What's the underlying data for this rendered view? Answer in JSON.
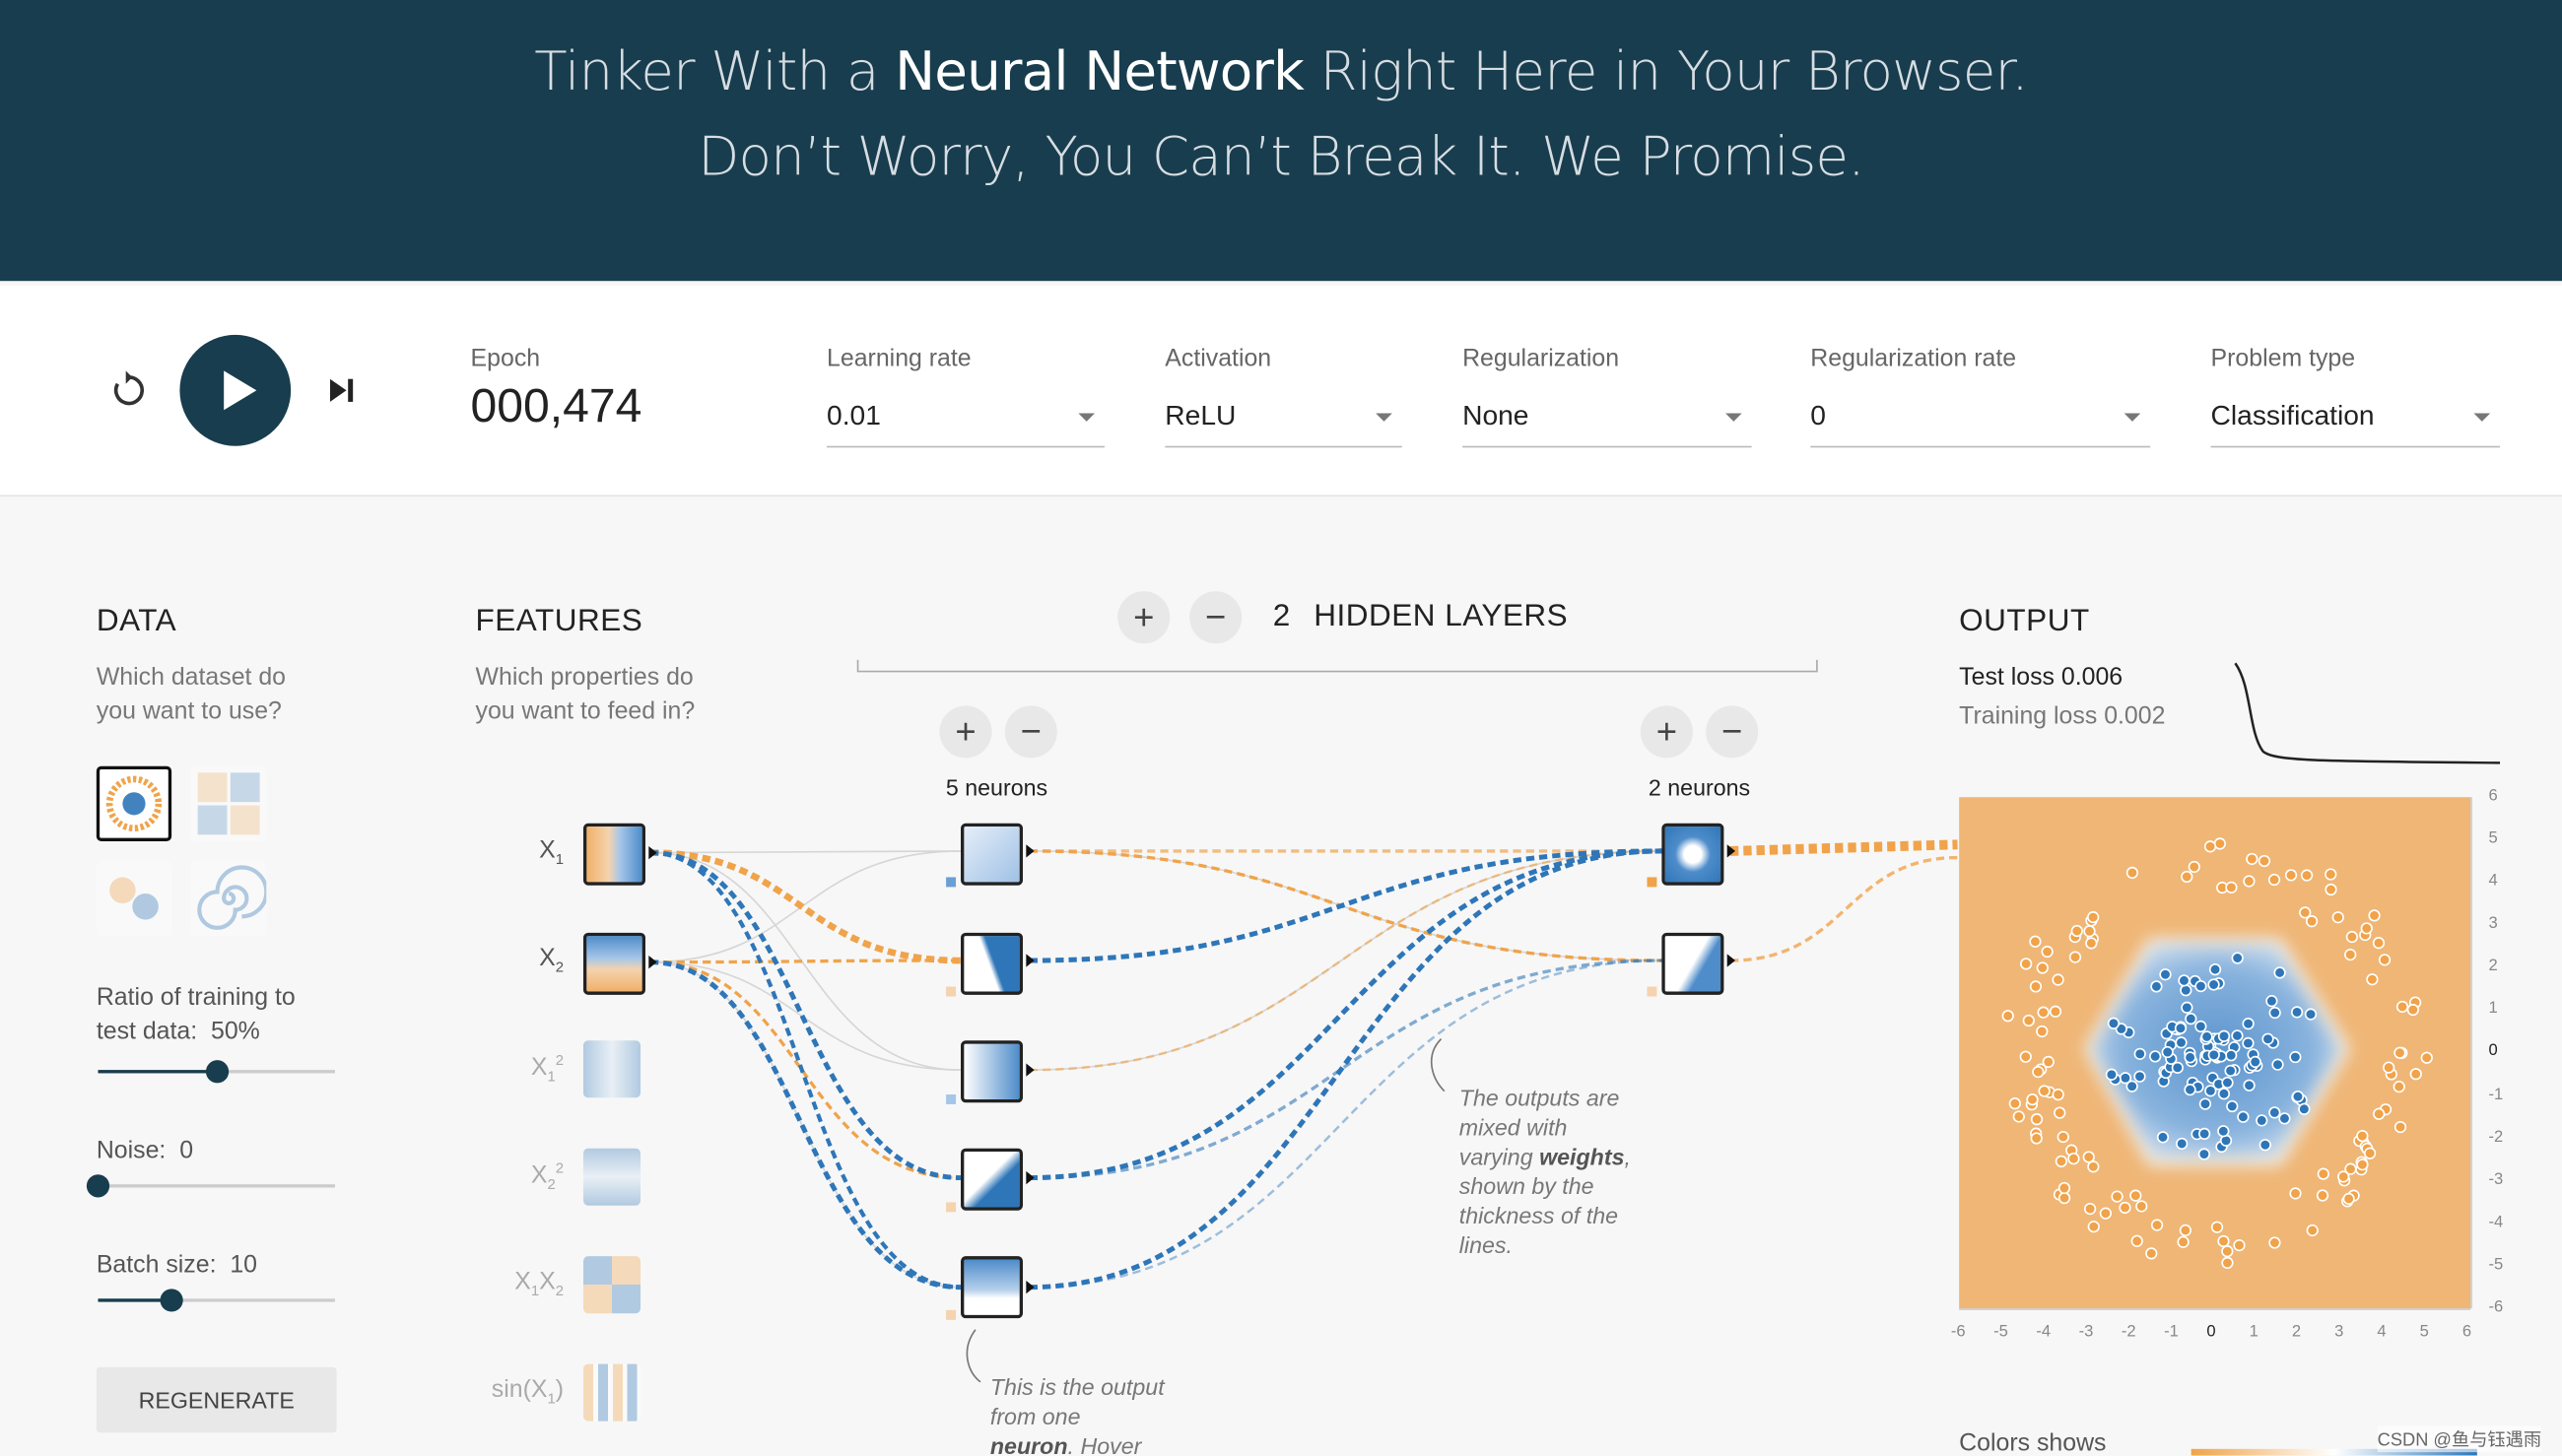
{
  "header": {
    "line1_pre": "Tinker With a ",
    "line1_bold": "Neural Network",
    "line1_post": " Right Here in Your Browser.",
    "line2": "Don’t Worry, You Can’t Break It. We Promise."
  },
  "controls": {
    "epoch_label": "Epoch",
    "epoch_value": "000,474",
    "learning_rate": {
      "label": "Learning rate",
      "value": "0.01"
    },
    "activation": {
      "label": "Activation",
      "value": "ReLU"
    },
    "regularization": {
      "label": "Regularization",
      "value": "None"
    },
    "regularization_rate": {
      "label": "Regularization rate",
      "value": "0"
    },
    "problem_type": {
      "label": "Problem type",
      "value": "Classification"
    }
  },
  "data_panel": {
    "title": "DATA",
    "subtitle_1": "Which dataset do",
    "subtitle_2": "you want to use?",
    "ratio_label": "Ratio of training to",
    "ratio_label2": "test data:",
    "ratio_value": "50%",
    "ratio_fraction": 0.5,
    "noise_label": "Noise:",
    "noise_value": "0",
    "noise_fraction": 0.0,
    "batch_label": "Batch size:",
    "batch_value": "10",
    "batch_fraction": 0.31,
    "regenerate_label": "REGENERATE",
    "datasets": [
      "circle",
      "xor",
      "gaussian",
      "spiral"
    ],
    "selected_dataset": "circle"
  },
  "features_panel": {
    "title": "FEATURES",
    "subtitle_1": "Which properties do",
    "subtitle_2": "you want to feed in?",
    "features": [
      {
        "base": "X",
        "sub": "1",
        "sup": "",
        "active": true
      },
      {
        "base": "X",
        "sub": "2",
        "sup": "",
        "active": true
      },
      {
        "base": "X",
        "sub": "1",
        "sup": "2",
        "active": false
      },
      {
        "base": "X",
        "sub": "2",
        "sup": "2",
        "active": false
      },
      {
        "base": "X",
        "sub": "1",
        "sup": "",
        "base2": "X",
        "sub2": "2",
        "active": false
      },
      {
        "base": "sin(X",
        "sub": "1",
        "sup": "",
        "tail": ")",
        "active": false
      }
    ]
  },
  "network": {
    "add_layer_icon": "+",
    "remove_layer_icon": "−",
    "hidden_layers_count": "2",
    "hidden_layers_label": "HIDDEN LAYERS",
    "layer1_neurons_label": "5 neurons",
    "layer2_neurons_label": "2 neurons",
    "weights_note": [
      "The outputs are",
      "mixed with",
      "varying ",
      "weights",
      ",",
      "shown by the",
      "thickness of the",
      "lines."
    ],
    "neuron_note": [
      "This is the output",
      "from one",
      "neuron",
      ". Hover"
    ]
  },
  "output_panel": {
    "title": "OUTPUT",
    "test_loss_label": "Test loss",
    "test_loss_value": "0.006",
    "training_loss_label": "Training loss",
    "training_loss_value": "0.002",
    "x_ticks": [
      "-6",
      "-5",
      "-4",
      "-3",
      "-2",
      "-1",
      "0",
      "1",
      "2",
      "3",
      "4",
      "5",
      "6"
    ],
    "y_ticks": [
      "6",
      "5",
      "4",
      "3",
      "2",
      "1",
      "0",
      "-1",
      "-2",
      "-3",
      "-4",
      "-5",
      "-6"
    ],
    "colors_label": "Colors shows"
  },
  "watermark": "CSDN @鱼与钰遇雨",
  "colors": {
    "blue": "#2e76b8",
    "orange": "#f0a34a",
    "header_bg": "#183d4e",
    "play_bg": "#183d4e"
  }
}
